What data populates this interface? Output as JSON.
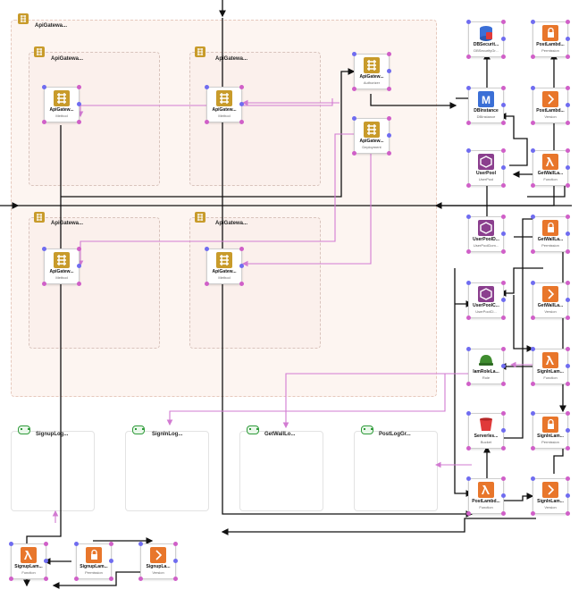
{
  "colors": {
    "lambda": "#e8762b",
    "apigw": "#c89b2b",
    "cognito": "#8b3f8e",
    "rds": "#3b6fd6",
    "s3": "#e03a3a",
    "iam": "#3f8c2f",
    "blue_edge": "#111111",
    "pink_edge": "#d27bd2"
  },
  "groups": {
    "root": {
      "label": "ApiGatewa..."
    },
    "sub1": {
      "label": "ApiGatewa..."
    },
    "sub2": {
      "label": "ApiGatewa..."
    },
    "sub3": {
      "label": "ApiGatewa..."
    },
    "sub4": {
      "label": "ApiGatewa..."
    },
    "log1": {
      "label": "SignupLog..."
    },
    "log2": {
      "label": "SignInLog..."
    },
    "log3": {
      "label": "GetWallLo..."
    },
    "log4": {
      "label": "PostLogGr..."
    }
  },
  "nodes": {
    "method1": {
      "title": "ApiGatew...",
      "subtitle": "Method",
      "icon": "api-gateway-icon"
    },
    "method2": {
      "title": "ApiGatew...",
      "subtitle": "Method",
      "icon": "api-gateway-icon"
    },
    "method3": {
      "title": "ApiGatew...",
      "subtitle": "Method",
      "icon": "api-gateway-icon"
    },
    "method4": {
      "title": "ApiGatew...",
      "subtitle": "Method",
      "icon": "api-gateway-icon"
    },
    "authorizer": {
      "title": "ApiGatew...",
      "subtitle": "Authorizer",
      "icon": "api-gateway-icon"
    },
    "deployment": {
      "title": "ApiGatew...",
      "subtitle": "Deployment",
      "icon": "api-gateway-icon"
    },
    "dbsecurity": {
      "title": "DBSecurit...",
      "subtitle": "DBSecurityGr...",
      "icon": "rds-icon"
    },
    "dbinstance": {
      "title": "DBInstance",
      "subtitle": "DBInstance",
      "icon": "rds-icon"
    },
    "userpool": {
      "title": "UserPool",
      "subtitle": "UserPool",
      "icon": "cognito-icon"
    },
    "userpooldomain": {
      "title": "UserPoolD...",
      "subtitle": "UserPoolDom...",
      "icon": "cognito-icon"
    },
    "userpoolclient": {
      "title": "UserPoolC...",
      "subtitle": "UserPoolCl...",
      "icon": "cognito-icon"
    },
    "iamrole": {
      "title": "IamRoleLa...",
      "subtitle": "Role",
      "icon": "iam-icon"
    },
    "bucket": {
      "title": "Serverles...",
      "subtitle": "Bucket",
      "icon": "s3-icon"
    },
    "postfunc": {
      "title": "PostLambd...",
      "subtitle": "Function",
      "icon": "lambda-icon"
    },
    "postperm": {
      "title": "PostLambd...",
      "subtitle": "Permission",
      "icon": "lambda-icon"
    },
    "postver": {
      "title": "PostLambd...",
      "subtitle": "Version",
      "icon": "lambda-icon"
    },
    "getfunc": {
      "title": "GetWallLa...",
      "subtitle": "Function",
      "icon": "lambda-icon"
    },
    "getperm": {
      "title": "GetWallLa...",
      "subtitle": "Permission",
      "icon": "lambda-icon"
    },
    "getver": {
      "title": "GetWallLa...",
      "subtitle": "Version",
      "icon": "lambda-icon"
    },
    "signinfunc": {
      "title": "SignInLam...",
      "subtitle": "Function",
      "icon": "lambda-icon"
    },
    "signinperm": {
      "title": "SignInLam...",
      "subtitle": "Permission",
      "icon": "lambda-icon"
    },
    "signinver": {
      "title": "SignInLam...",
      "subtitle": "Version",
      "icon": "lambda-icon"
    },
    "signupfunc": {
      "title": "SignupLam...",
      "subtitle": "Function",
      "icon": "lambda-icon"
    },
    "signupperm": {
      "title": "SignupLam...",
      "subtitle": "Permission",
      "icon": "lambda-icon"
    },
    "signupver": {
      "title": "SignupLa...",
      "subtitle": "Version",
      "icon": "lambda-icon"
    }
  }
}
